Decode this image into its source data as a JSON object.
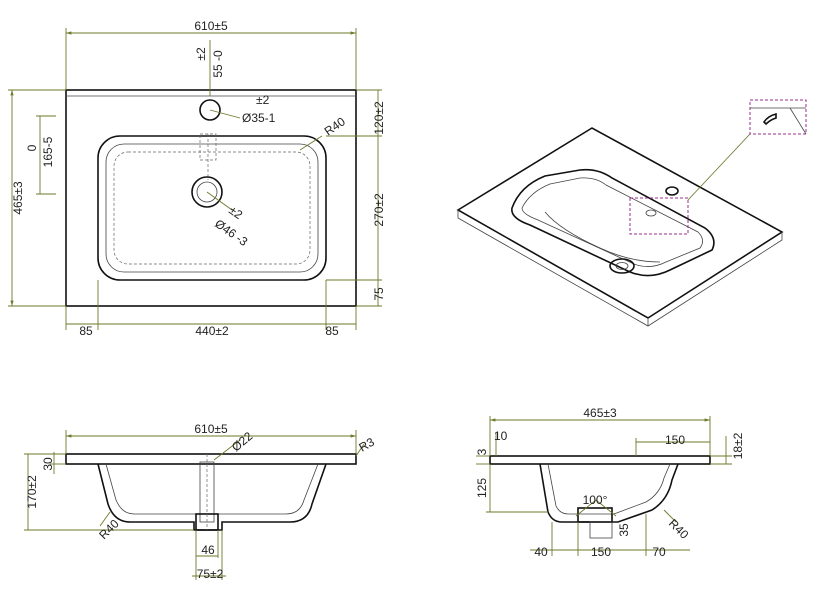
{
  "top_view": {
    "width": "610±5",
    "hole_offset_tol": "±2",
    "hole_offset": "55 -0",
    "tap_hole_tol": "±2",
    "tap_hole": "Ø35-1",
    "corner_radius": "R40",
    "top_to_bowl": "120±2",
    "left_zero": "0",
    "left_offset": "165-5",
    "depth": "465±3",
    "bowl_length": "270±2",
    "drain_tol": "±2",
    "drain": "Ø46 -3",
    "front_margin": "75",
    "left_margin": "85",
    "bowl_width": "440±2",
    "right_margin": "85"
  },
  "front_section": {
    "width": "610±5",
    "drain_dia": "Ø22",
    "edge_radius": "R3",
    "rim_height": "30",
    "height": "170±2",
    "bottom_radius": "R40",
    "outlet": "46",
    "outlet_flange": "75±2"
  },
  "side_section": {
    "depth": "465±3",
    "rim_offset": "10",
    "slope_len": "150",
    "side_height": "18±2",
    "rim_thickness": "3",
    "bowl_depth": "125",
    "angle": "100°",
    "outlet_h": "35",
    "inner_radius": "R40",
    "front_offset": "40",
    "bowl_base": "150",
    "back_offset": "70"
  }
}
